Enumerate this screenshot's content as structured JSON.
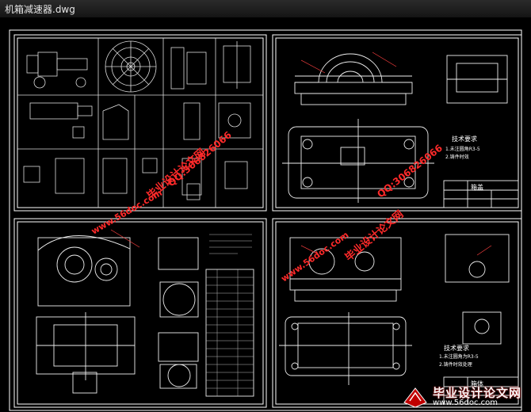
{
  "window": {
    "title": "机箱减速器.dwg"
  },
  "watermarks": {
    "site": "www.56doc.com",
    "qq": "QQ:306826066",
    "brand": "毕业设计论文网"
  },
  "sheets": {
    "top_right": {
      "notes_title": "技术要求",
      "notes": [
        "1.未注圆角R3-5",
        "2.铸件时效"
      ]
    },
    "bottom_right": {
      "notes_title": "技术要求",
      "notes": [
        "1.未注圆角为R3-5",
        "2.铸件时效处理"
      ],
      "title_block": "箱体"
    },
    "top_right_title_block": "箱盖"
  },
  "badge": {
    "name": "毕业设计论文网",
    "url": "www.56doc.com"
  }
}
